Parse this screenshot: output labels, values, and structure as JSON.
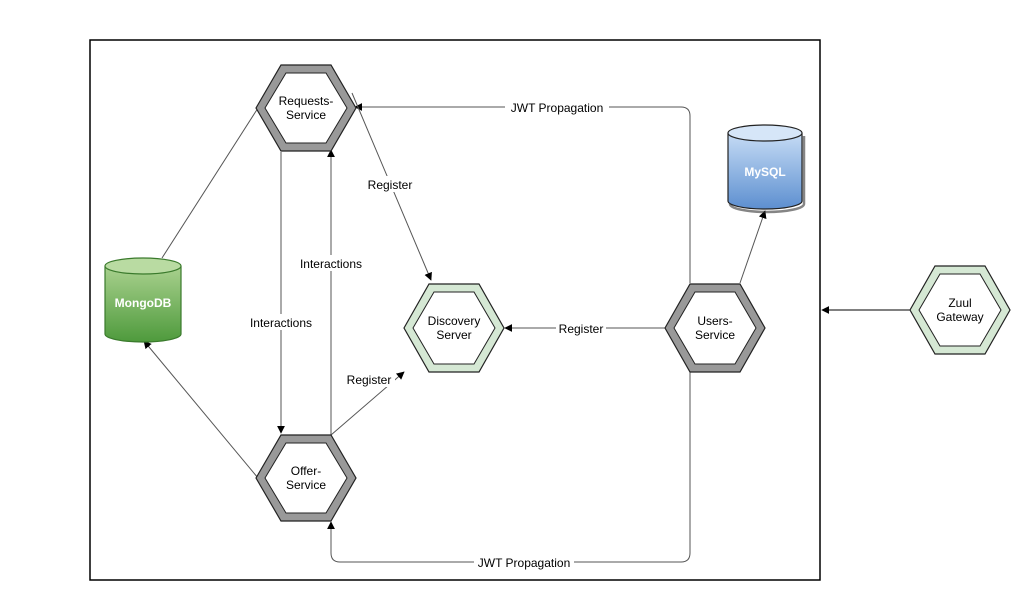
{
  "nodes": {
    "requests_service": {
      "line1": "Requests-",
      "line2": "Service"
    },
    "offer_service": {
      "line1": "Offer-",
      "line2": "Service"
    },
    "discovery_server": {
      "line1": "Discovery",
      "line2": "Server"
    },
    "users_service": {
      "line1": "Users-",
      "line2": "Service"
    },
    "zuul_gateway": {
      "line1": "Zuul",
      "line2": "Gateway"
    },
    "mongodb": {
      "label": "MongoDB"
    },
    "mysql": {
      "label": "MySQL"
    }
  },
  "edges": {
    "jwt_top": "JWT Propagation",
    "jwt_bottom": "JWT Propagation",
    "register_requests": "Register",
    "register_offer": "Register",
    "register_users": "Register",
    "interactions_down": "Interactions",
    "interactions_up": "Interactions"
  },
  "colors": {
    "service_fill": "#ffffff",
    "service_ring": "#999999",
    "infra_ring": "#d5e8d4",
    "mongodb_fill": "#6bb85a",
    "mysql_fill": "#7ea6e0",
    "line": "#555555"
  }
}
